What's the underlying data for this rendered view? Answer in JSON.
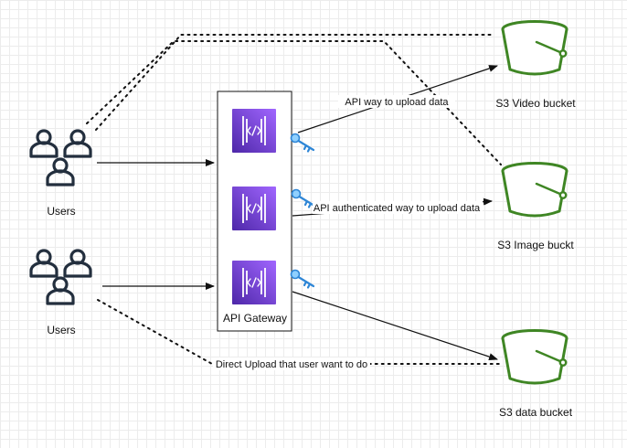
{
  "users_top": {
    "label": "Users"
  },
  "users_bottom": {
    "label": "Users"
  },
  "gateway": {
    "label": "API Gateway"
  },
  "buckets": {
    "video": {
      "label": "S3 Video bucket"
    },
    "image": {
      "label": "S3 Image buckt"
    },
    "data": {
      "label": "S3 data bucket"
    }
  },
  "edges": {
    "api_upload": "API way to upload data",
    "api_auth_upload": "API authenticated way to upload data",
    "direct_upload": "Direct Upload that user want to do"
  },
  "colors": {
    "users": "#232f3e",
    "gateway": "#8c4fff",
    "gateway_dark": "#4d27a8",
    "s3": "#3f8624",
    "key": "#4aa8e8"
  }
}
